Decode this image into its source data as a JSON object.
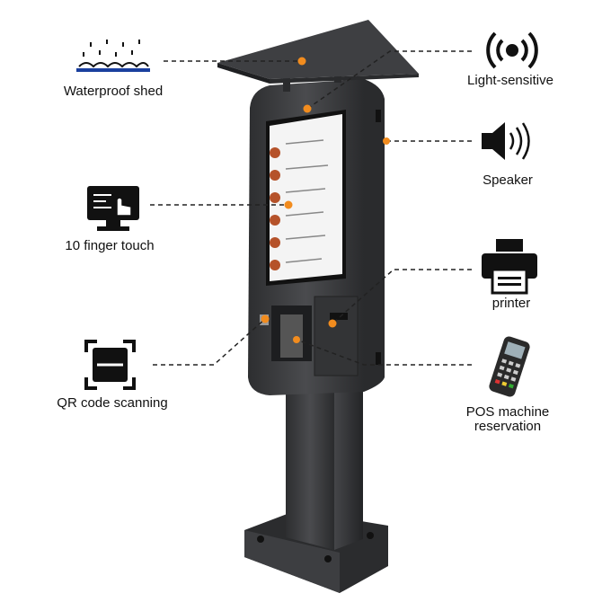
{
  "features": {
    "shed": {
      "label": "Waterproof shed",
      "icon": "rain-shed-icon"
    },
    "light": {
      "label": "Light-sensitive",
      "icon": "light-sensor-icon"
    },
    "speaker": {
      "label": "Speaker",
      "icon": "speaker-icon"
    },
    "touch": {
      "label": "10 finger touch",
      "icon": "touch-monitor-icon"
    },
    "printer": {
      "label": "printer",
      "icon": "printer-icon"
    },
    "qr": {
      "label": "QR code scanning",
      "icon": "qr-scan-icon"
    },
    "pos": {
      "label_line1": "POS machine",
      "label_line2": "reservation",
      "icon": "pos-terminal-icon"
    }
  },
  "colors": {
    "marker": "#f28c1e",
    "kiosk": "#3a3b3d",
    "icon": "#111111"
  }
}
